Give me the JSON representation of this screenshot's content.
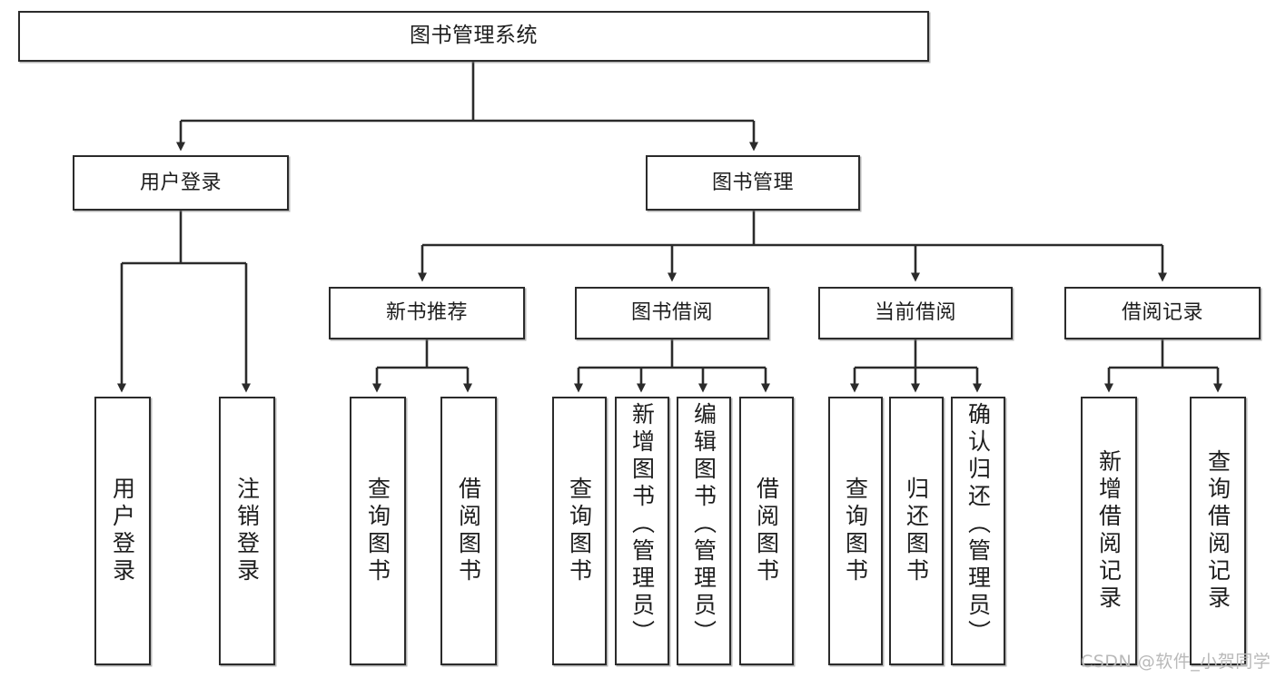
{
  "diagram": {
    "title": "图书管理系统",
    "type": "hierarchy-tree",
    "levels": 4,
    "root": {
      "label": "图书管理系统"
    },
    "level2": [
      {
        "label": "用户登录"
      },
      {
        "label": "图书管理"
      }
    ],
    "level3": [
      {
        "label": "新书推荐"
      },
      {
        "label": "图书借阅"
      },
      {
        "label": "当前借阅"
      },
      {
        "label": "借阅记录"
      }
    ],
    "leaves": {
      "user_login": [
        {
          "label": "用户登录"
        },
        {
          "label": "注销登录"
        }
      ],
      "new_book_recommend": [
        {
          "label": "查询图书"
        },
        {
          "label": "借阅图书"
        }
      ],
      "book_borrow": [
        {
          "label": "查询图书"
        },
        {
          "label": "新增图书（管理员）"
        },
        {
          "label": "编辑图书（管理员）"
        },
        {
          "label": "借阅图书"
        }
      ],
      "current_borrow": [
        {
          "label": "查询图书"
        },
        {
          "label": "归还图书"
        },
        {
          "label": "确认归还（管理员）"
        }
      ],
      "borrow_record": [
        {
          "label": "新增借阅记录"
        },
        {
          "label": "查询借阅记录"
        }
      ]
    }
  },
  "watermark": {
    "text": "CSDN @软件_小贺同学"
  },
  "colors": {
    "stroke": "#2b2b2b",
    "fill": "#ffffff",
    "text": "#1d1d1d",
    "watermark": "#b9b9b9"
  }
}
